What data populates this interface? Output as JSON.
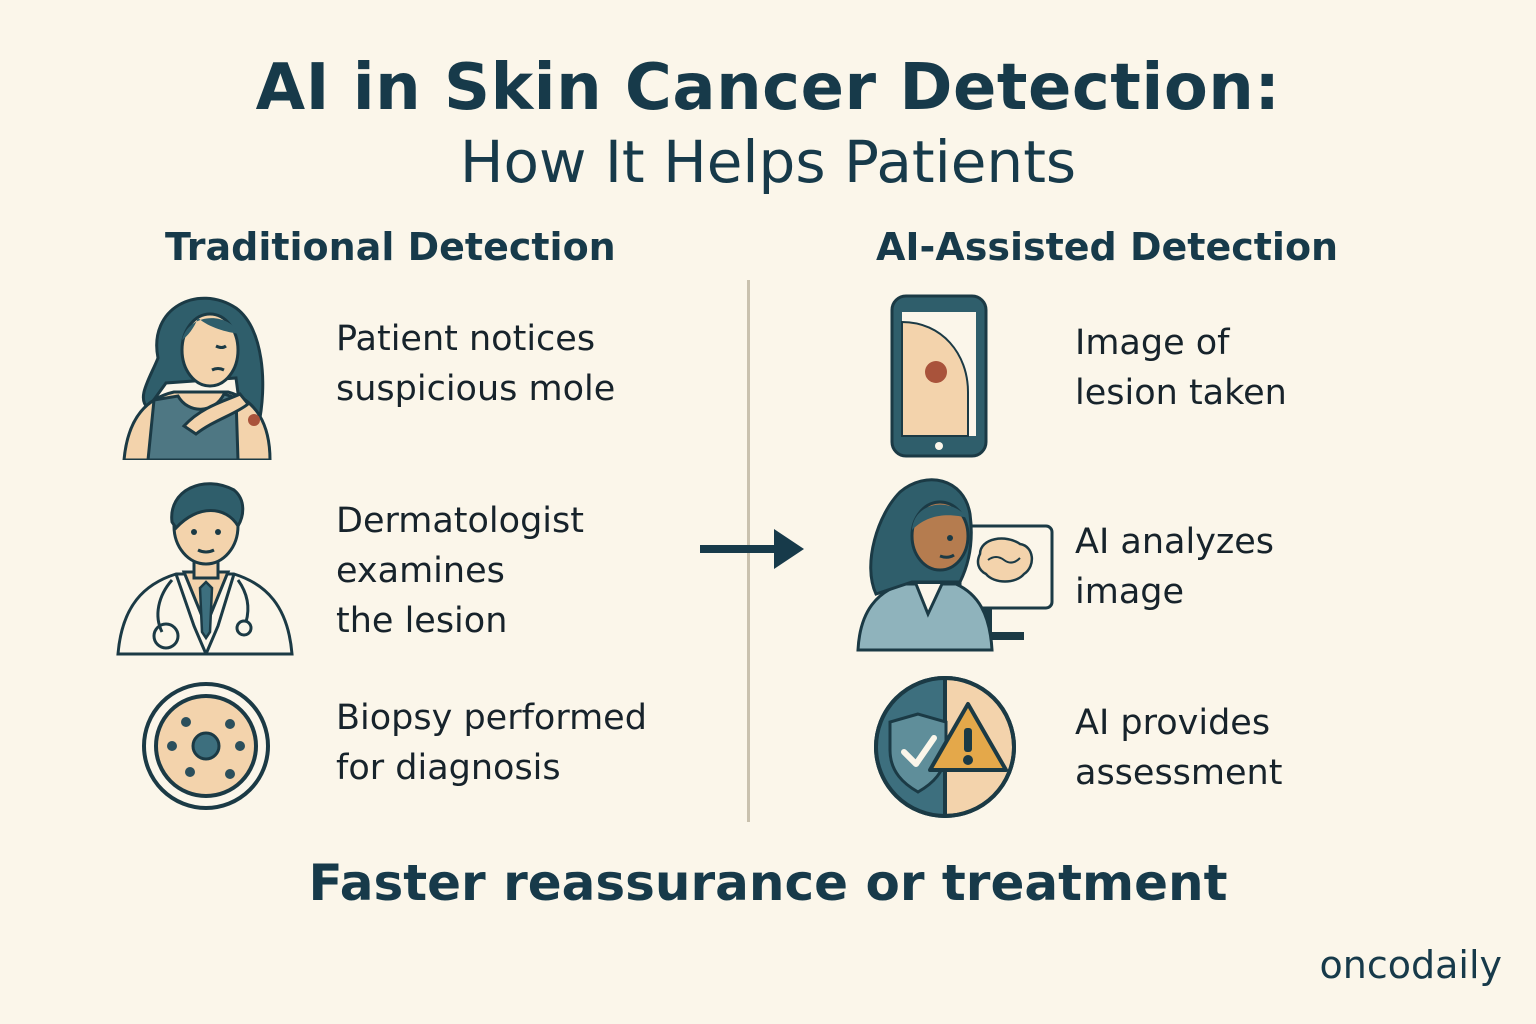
{
  "title": "AI in Skin Cancer Detection:",
  "subtitle": "How It Helps Patients",
  "columns": {
    "traditional": {
      "heading": "Traditional Detection",
      "steps": [
        {
          "text": "Patient notices\nsuspicious mole",
          "icon": "patient-with-mole-icon"
        },
        {
          "text": "Dermatologist\nexamines\nthe lesion",
          "icon": "dermatologist-icon"
        },
        {
          "text": "Biopsy performed\nfor diagnosis",
          "icon": "biopsy-sample-icon"
        }
      ]
    },
    "ai_assisted": {
      "heading": "AI-Assisted Detection",
      "steps": [
        {
          "text": "Image of\nlesion taken",
          "icon": "smartphone-photo-icon"
        },
        {
          "text": "AI analyzes\nimage",
          "icon": "doctor-with-monitor-icon"
        },
        {
          "text": "AI provides\nassessment",
          "icon": "shield-warning-icon"
        }
      ]
    }
  },
  "footer": "Faster reassurance or treatment",
  "brand": "oncodaily",
  "colors": {
    "background": "#fbf6ea",
    "text": "#173a4a",
    "skin": "#f3d3ac",
    "teal": "#3d6f7e",
    "divider": "#c9c1ae"
  }
}
